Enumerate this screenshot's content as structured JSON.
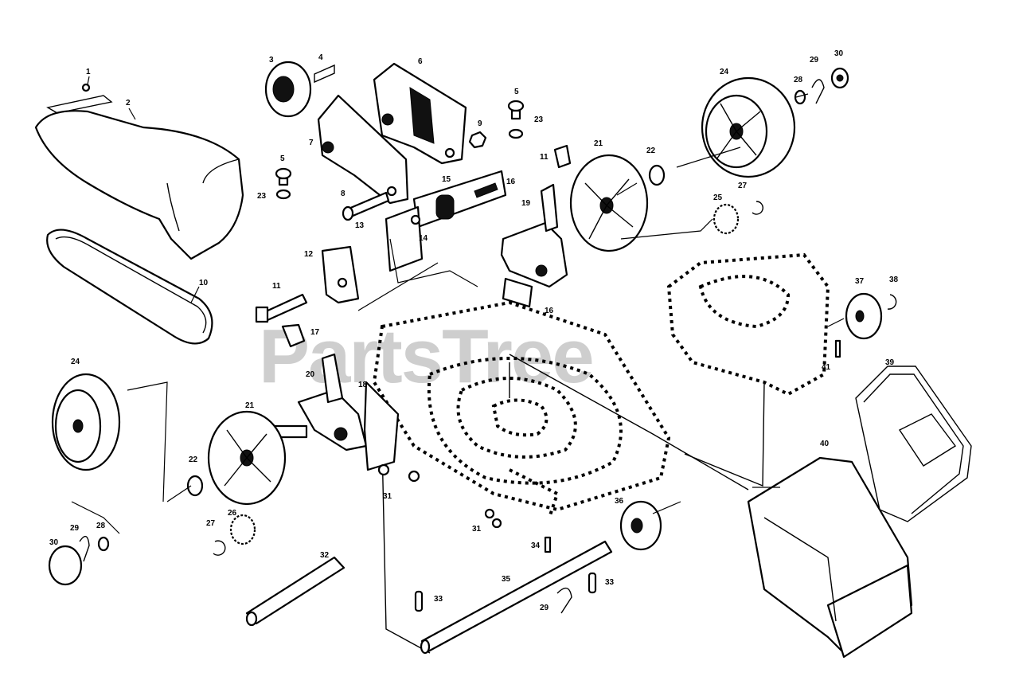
{
  "watermark": "PartsTree",
  "callouts": {
    "c1": "1",
    "c2": "2",
    "c3": "3",
    "c4": "4",
    "c5a": "5",
    "c5b": "5",
    "c6": "6",
    "c7": "7",
    "c8": "8",
    "c9": "9",
    "c10": "10",
    "c11a": "11",
    "c11b": "11",
    "c12": "12",
    "c13": "13",
    "c14": "14",
    "c15": "15",
    "c16a": "16",
    "c16b": "16",
    "c17": "17",
    "c18": "18",
    "c19": "19",
    "c20": "20",
    "c21a": "21",
    "c21b": "21",
    "c22a": "22",
    "c22b": "22",
    "c23a": "23",
    "c23b": "23",
    "c24a": "24",
    "c24b": "24",
    "c25": "25",
    "c26": "26",
    "c27a": "27",
    "c27b": "27",
    "c28a": "28",
    "c28b": "28",
    "c29a": "29",
    "c29b": "29",
    "c29c": "29",
    "c30a": "30",
    "c30b": "30",
    "c31a": "31",
    "c31b": "31",
    "c32": "32",
    "c33a": "33",
    "c33b": "33",
    "c34": "34",
    "c35": "35",
    "c36": "36",
    "c37": "37",
    "c38": "38",
    "c39": "39",
    "c40": "40",
    "c41": "41"
  }
}
